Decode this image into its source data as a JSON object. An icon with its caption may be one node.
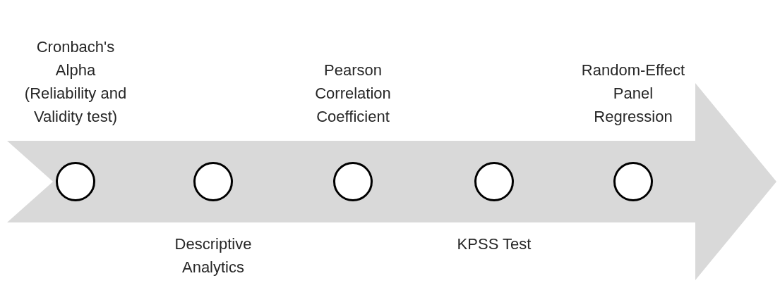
{
  "diagram": {
    "nodes": [
      {
        "text": [],
        "shape": "circle",
        "beside": [
          "Cronbach's Alpha (Reliability and Validity test)"
        ]
      },
      {
        "text": [],
        "shape": "circle",
        "beside": [
          "Descriptive Analytics"
        ]
      },
      {
        "text": [],
        "shape": "circle",
        "beside": [
          "Pearson Correlation Coefficient"
        ]
      },
      {
        "text": [],
        "shape": "circle",
        "beside": [
          "KPSS Test"
        ]
      },
      {
        "text": [],
        "shape": "circle",
        "beside": [
          "Random-Effect Panel Regression"
        ]
      }
    ]
  }
}
